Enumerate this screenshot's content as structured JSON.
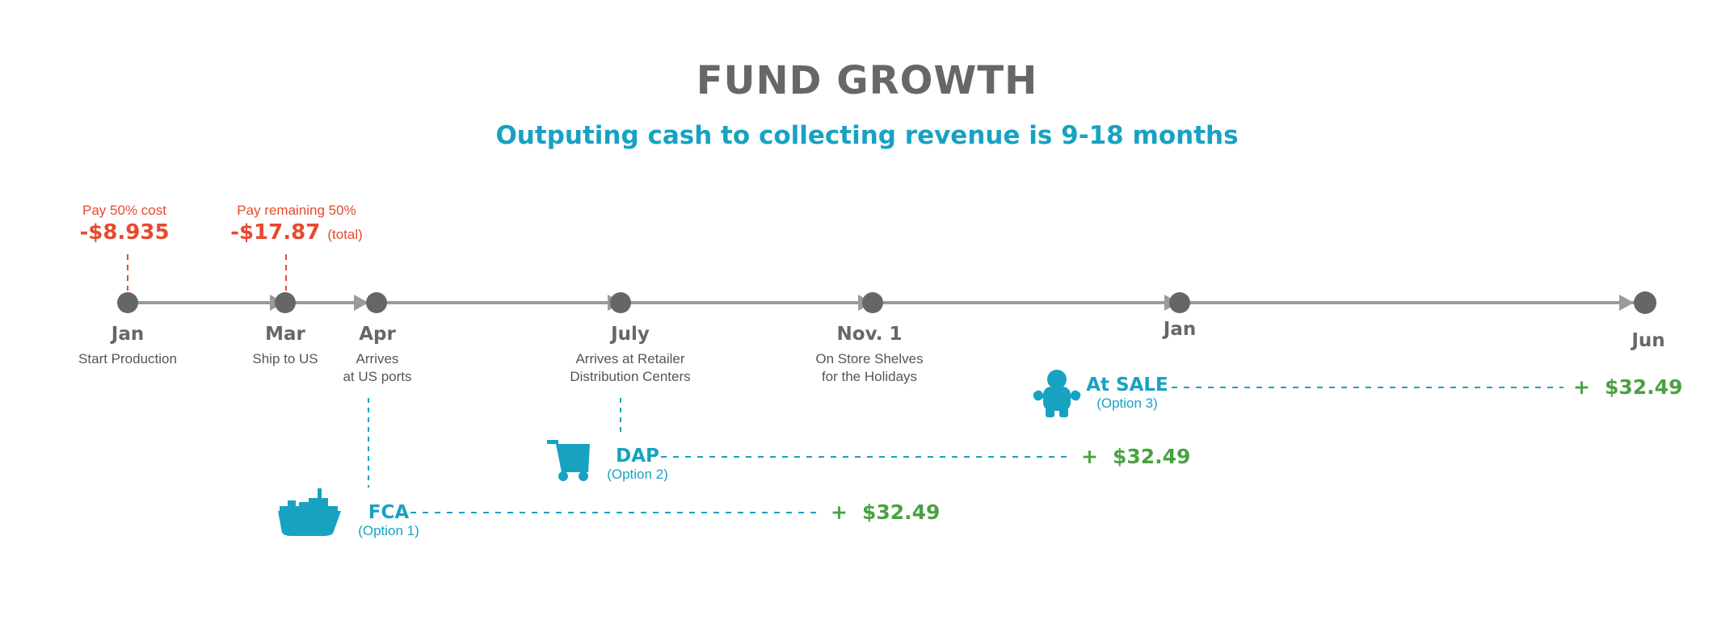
{
  "title": "FUND GROWTH",
  "subtitle": "Outputing cash to collecting revenue is 9-18 months",
  "colors": {
    "title": "#676767",
    "accent": "#17a2c2",
    "cost": "#e8492e",
    "revenue": "#4aa143",
    "timeline": "#9a9a9a",
    "node": "#666666"
  },
  "milestones": [
    {
      "name": "Jan",
      "desc": [
        "Start Production"
      ]
    },
    {
      "name": "Mar",
      "desc": [
        "Ship to US"
      ]
    },
    {
      "name": "Apr",
      "desc": [
        "Arrives",
        "at US ports"
      ]
    },
    {
      "name": "July",
      "desc": [
        "Arrives at Retailer",
        "Distribution Centers"
      ]
    },
    {
      "name": "Nov. 1",
      "desc": [
        "On Store Shelves",
        "for the Holidays"
      ]
    },
    {
      "name": "Jan",
      "desc": []
    },
    {
      "name": "Jun",
      "desc": []
    }
  ],
  "payments": [
    {
      "label": "Pay 50% cost",
      "amount": "-$8.935",
      "note": ""
    },
    {
      "label": "Pay remaining 50%",
      "amount": "-$17.87",
      "note": "(total)"
    }
  ],
  "options": [
    {
      "name": "FCA",
      "sub": "(Option 1)",
      "icon": "ship-icon",
      "plus": "+",
      "revenue": "$32.49"
    },
    {
      "name": "DAP",
      "sub": "(Option 2)",
      "icon": "cart-icon",
      "plus": "+",
      "revenue": "$32.49"
    },
    {
      "name": "At SALE",
      "sub": "(Option 3)",
      "icon": "person-icon",
      "plus": "+",
      "revenue": "$32.49"
    }
  ]
}
